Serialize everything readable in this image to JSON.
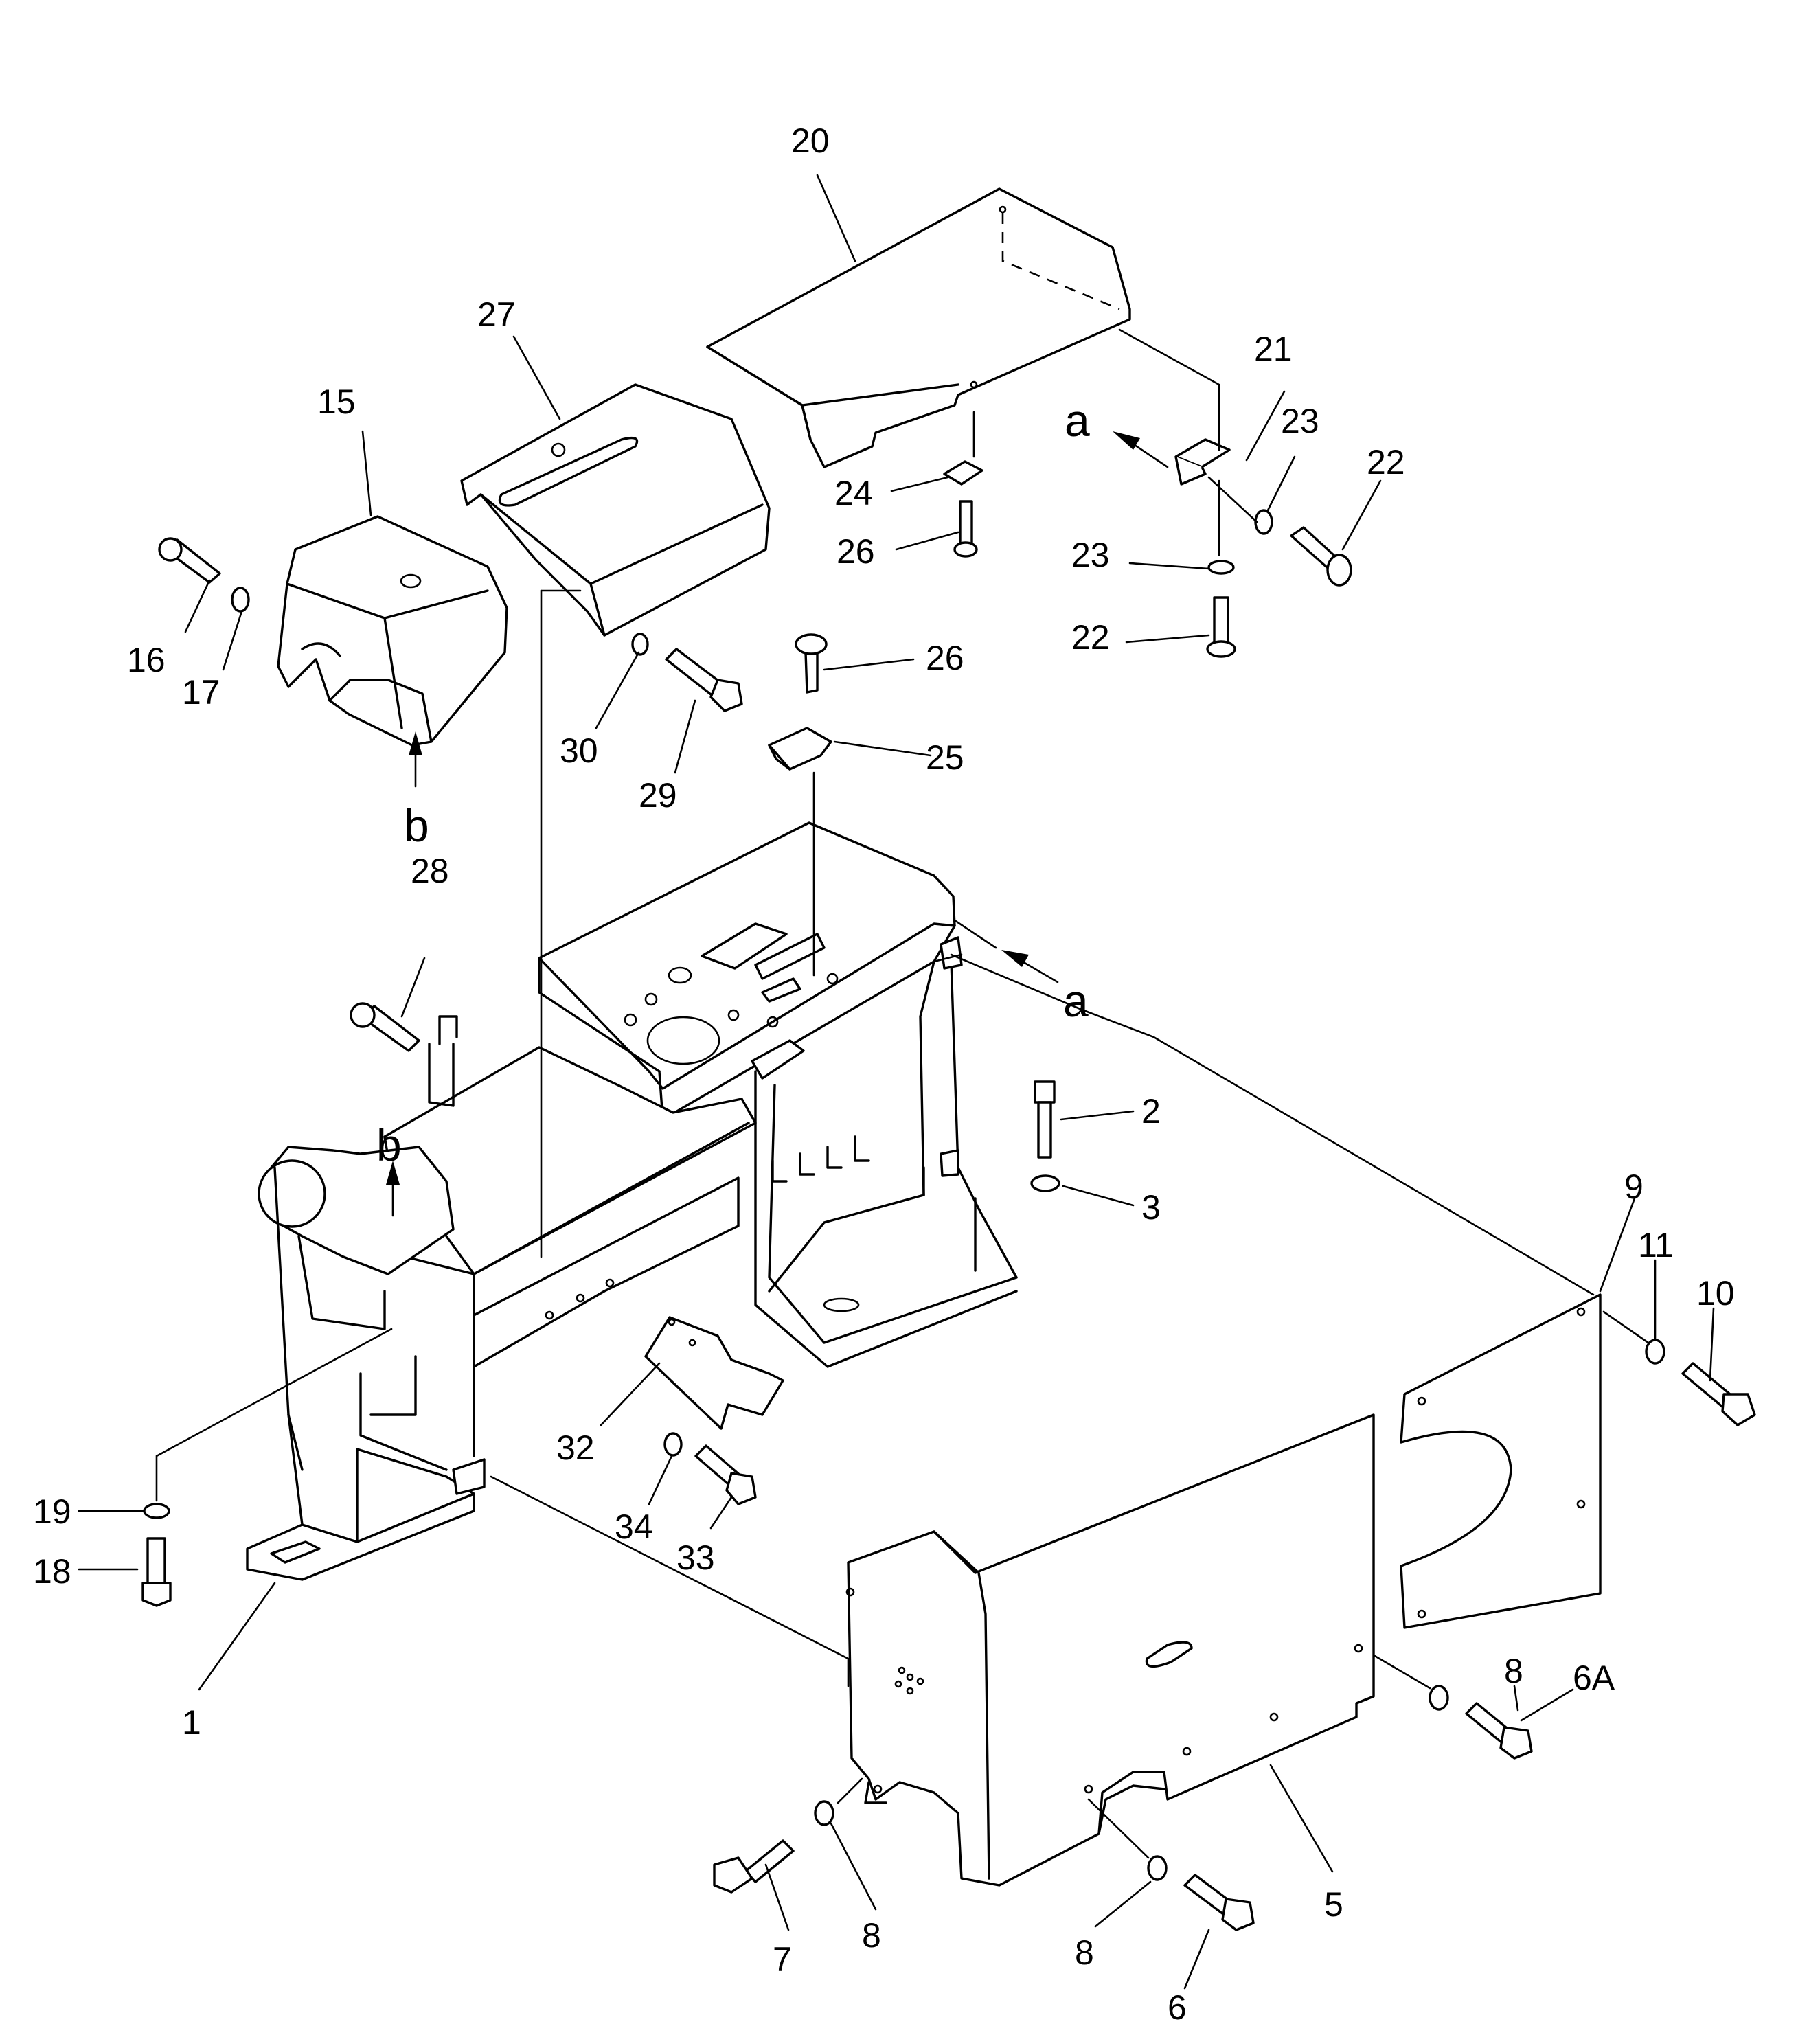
{
  "labels": {
    "p1": "1",
    "p2": "2",
    "p3": "3",
    "p5": "5",
    "p6": "6",
    "p6a": "6A",
    "p7": "7",
    "p8a": "8",
    "p8b": "8",
    "p8c": "8",
    "p9": "9",
    "p10": "10",
    "p11": "11",
    "p15": "15",
    "p16": "16",
    "p17": "17",
    "p18": "18",
    "p19": "19",
    "p20": "20",
    "p21": "21",
    "p22a": "22",
    "p22b": "22",
    "p23a": "23",
    "p23b": "23",
    "p24": "24",
    "p25": "25",
    "p26a": "26",
    "p26b": "26",
    "p27": "27",
    "p28": "28",
    "p29": "29",
    "p30": "30",
    "p32": "32",
    "p33": "33",
    "p34": "34"
  },
  "view_marks": {
    "a1": "a",
    "a2": "a",
    "b1": "b",
    "b2": "b"
  }
}
